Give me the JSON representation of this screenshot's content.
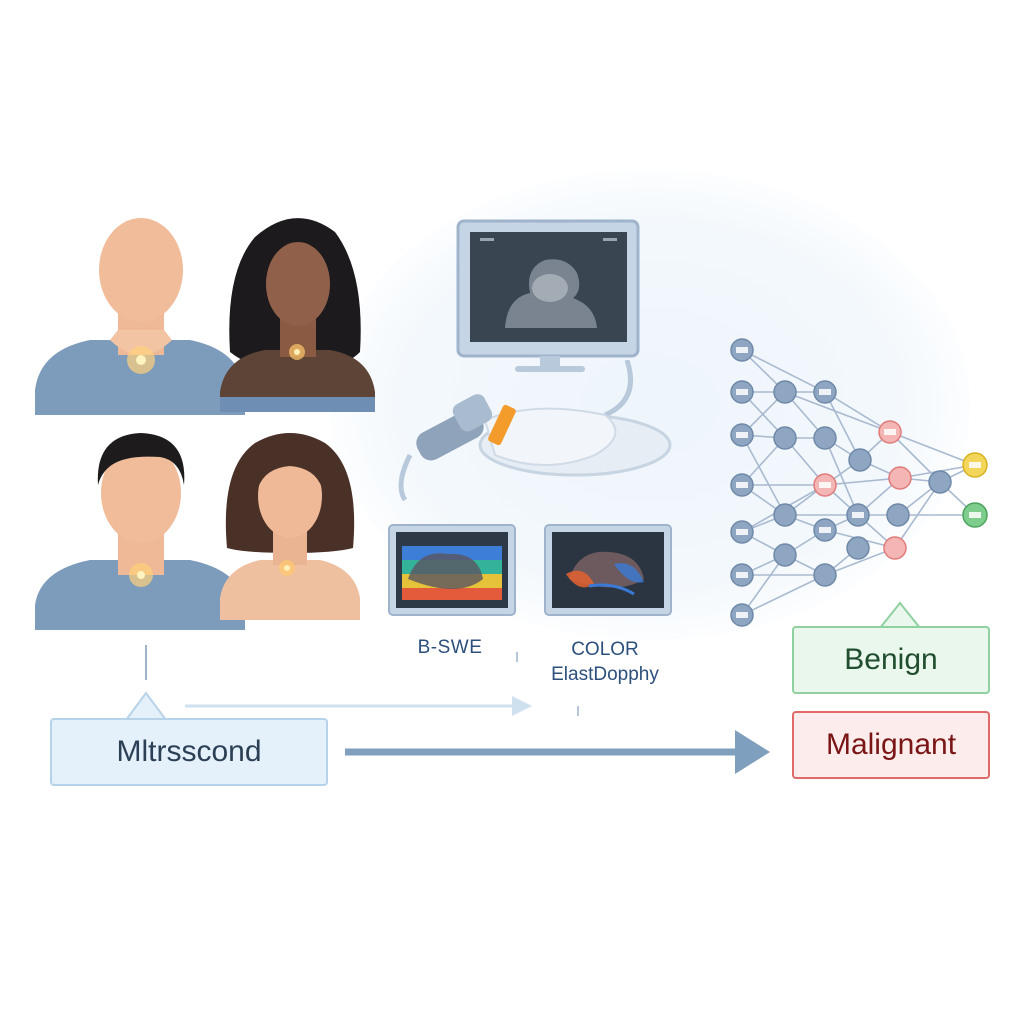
{
  "labels": {
    "bswe": "B-SWE",
    "color_line1": "COLOR",
    "color_line2": "ElastDopphy",
    "input": "Mltrsscond",
    "benign": "Benign",
    "malignant": "Malignant"
  },
  "colors": {
    "arrow": "#7f9fbf",
    "node_blue": "#8ea6c2",
    "node_red": "#e38a8a",
    "node_green": "#6cc17d",
    "node_yellow": "#e8c93a",
    "benign_border": "#8fd19f",
    "malignant_border": "#e06a6a"
  },
  "icons": [
    "patient-icon",
    "ultrasound-monitor-icon",
    "ultrasound-probe-icon",
    "elastography-image-icon",
    "neural-network-icon"
  ]
}
